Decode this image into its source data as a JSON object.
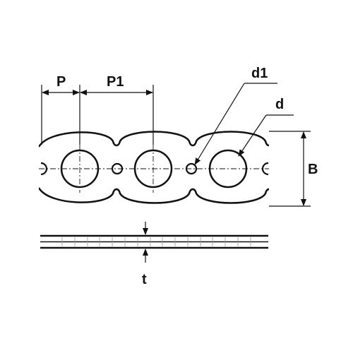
{
  "diagram": {
    "labels": {
      "pitch": "P",
      "pitch_large": "P1",
      "small_hole_diameter": "d1",
      "large_hole_diameter": "d",
      "width": "B",
      "thickness": "t"
    },
    "colors": {
      "stroke": "#111111",
      "background": "#ffffff",
      "hatch": "#9a9a9a"
    }
  }
}
